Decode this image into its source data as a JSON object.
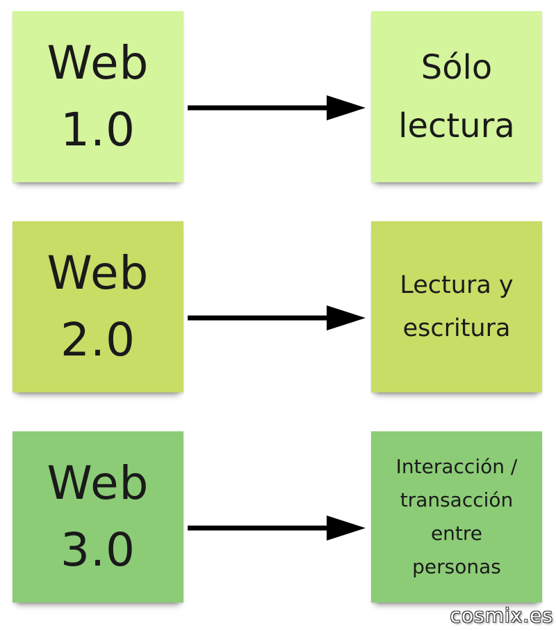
{
  "colors": {
    "row1": "#d4f59b",
    "row2": "#c8dd66",
    "row3": "#8ccc77",
    "arrow": "#000000"
  },
  "rows": [
    {
      "left_lines": [
        "Web",
        "1.0"
      ],
      "right_lines": [
        "Sólo",
        "lectura"
      ]
    },
    {
      "left_lines": [
        "Web",
        "2.0"
      ],
      "right_lines": [
        "Lectura y",
        "escritura"
      ]
    },
    {
      "left_lines": [
        "Web",
        "3.0"
      ],
      "right_lines": [
        "Interacción /",
        "transacción",
        "entre",
        "personas"
      ]
    }
  ],
  "watermark": "cosmix.es"
}
